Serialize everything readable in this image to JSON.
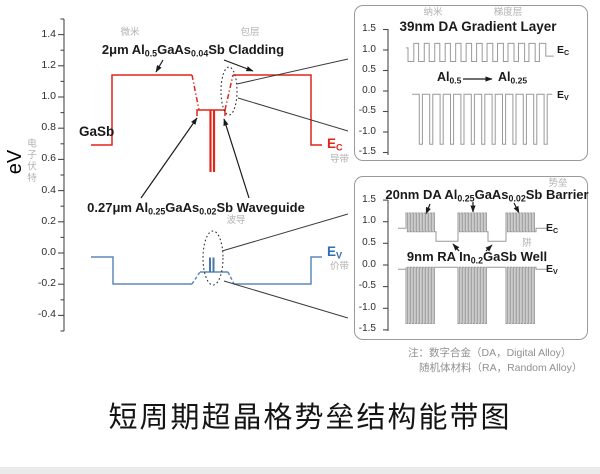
{
  "caption": "短周期超晶格势垒结构能带图",
  "notes": {
    "line1": "注：数字合金（DA，Digital Alloy）",
    "line2": "随机体材料（RA，Random Alloy）"
  },
  "main": {
    "ylabel": "eV",
    "ylabel_cn": "电子伏特",
    "micro_unit_cn": "微米",
    "cladding_cn": "包层",
    "cladding": {
      "p1": "2μm Al",
      "s1": "0.5",
      "p2": "GaAs",
      "s2": "0.04",
      "p3": "Sb Cladding"
    },
    "gasb": "GaSb",
    "waveguide": {
      "p1": "0.27μm Al",
      "s1": "0.25",
      "p2": "GaAs",
      "s2": "0.02",
      "p3": "Sb Waveguide"
    },
    "waveguide_cn": "波导",
    "ec": {
      "base": "E",
      "sub": "C"
    },
    "ec_cn": "导带",
    "ev": {
      "base": "E",
      "sub": "V"
    },
    "ev_cn": "价带"
  },
  "inset_top": {
    "nm_unit_cn": "纳米",
    "gradient_cn": "梯度层",
    "title": "39nm DA Gradient Layer",
    "al_from": {
      "base": "Al",
      "sub": "0.5"
    },
    "al_to": {
      "base": "Al",
      "sub": "0.25"
    },
    "ec": {
      "base": "E",
      "sub": "C"
    },
    "ev": {
      "base": "E",
      "sub": "V"
    }
  },
  "inset_bottom": {
    "barrier_cn": "势垒",
    "well_cn": "阱",
    "title": {
      "p1": "20nm DA Al",
      "s1": "0.25",
      "p2": "GaAs",
      "s2": "0.02",
      "p3": "Sb Barrier"
    },
    "well_label": {
      "p1": "9nm RA In",
      "s1": "0.2",
      "p2": "GaSb Well"
    },
    "ec": {
      "base": "E",
      "sub": "C"
    },
    "ev": {
      "base": "E",
      "sub": "V"
    }
  },
  "chart_data": [
    {
      "id": "main-band-diagram",
      "type": "line",
      "ylabel": "eV",
      "ylim": [
        -0.5,
        1.5
      ],
      "yticks": [
        1.4,
        1.2,
        1.0,
        0.8,
        0.6,
        0.4,
        0.2,
        0.0,
        -0.2,
        -0.4
      ],
      "grid": false,
      "series": [
        {
          "name": "Ec (conduction band)",
          "color": "#e0251b",
          "levels_eV": {
            "gasb_substrate": 0.69,
            "cladding": 1.14,
            "waveguide": 0.91,
            "barrier_marks_bottom": 0.48,
            "right_contact": 0.69
          }
        },
        {
          "name": "Ev (valence band)",
          "color": "#5e88b8",
          "levels_eV": {
            "gasb_substrate": -0.03,
            "cladding": -0.2,
            "waveguide": -0.12,
            "well_marks_top": -0.03,
            "right_contact": -0.03
          }
        }
      ]
    },
    {
      "id": "gradient-layer-inset",
      "type": "line",
      "title": "39nm DA Gradient Layer",
      "ylim": [
        -1.5,
        1.5
      ],
      "yticks": [
        1.5,
        1.0,
        0.5,
        0.0,
        -0.5,
        -1.0,
        -1.5
      ],
      "ec": {
        "high": 1.16,
        "low": 0.72,
        "periods": 13,
        "entry_level": 1.05,
        "exit_level": 0.85
      },
      "ev": {
        "top": -0.08,
        "dip": -1.3,
        "periods": 13
      }
    },
    {
      "id": "barrier-well-inset",
      "type": "line",
      "title": "20nm DA Al0.25GaAs0.02Sb Barrier",
      "ylim": [
        -1.5,
        1.5
      ],
      "yticks": [
        1.5,
        1.0,
        0.5,
        0.0,
        -0.5,
        -1.0,
        -1.5
      ],
      "ec": {
        "teeth_high": 1.2,
        "teeth_base": 0.77,
        "well_level": 0.55,
        "edge_level": 0.85,
        "groups": 3,
        "teeth_per_group": 10
      },
      "ev": {
        "top": -0.05,
        "teeth_low": -1.35,
        "edge_level": -0.1,
        "groups": 3,
        "teeth_per_group": 10
      }
    }
  ]
}
